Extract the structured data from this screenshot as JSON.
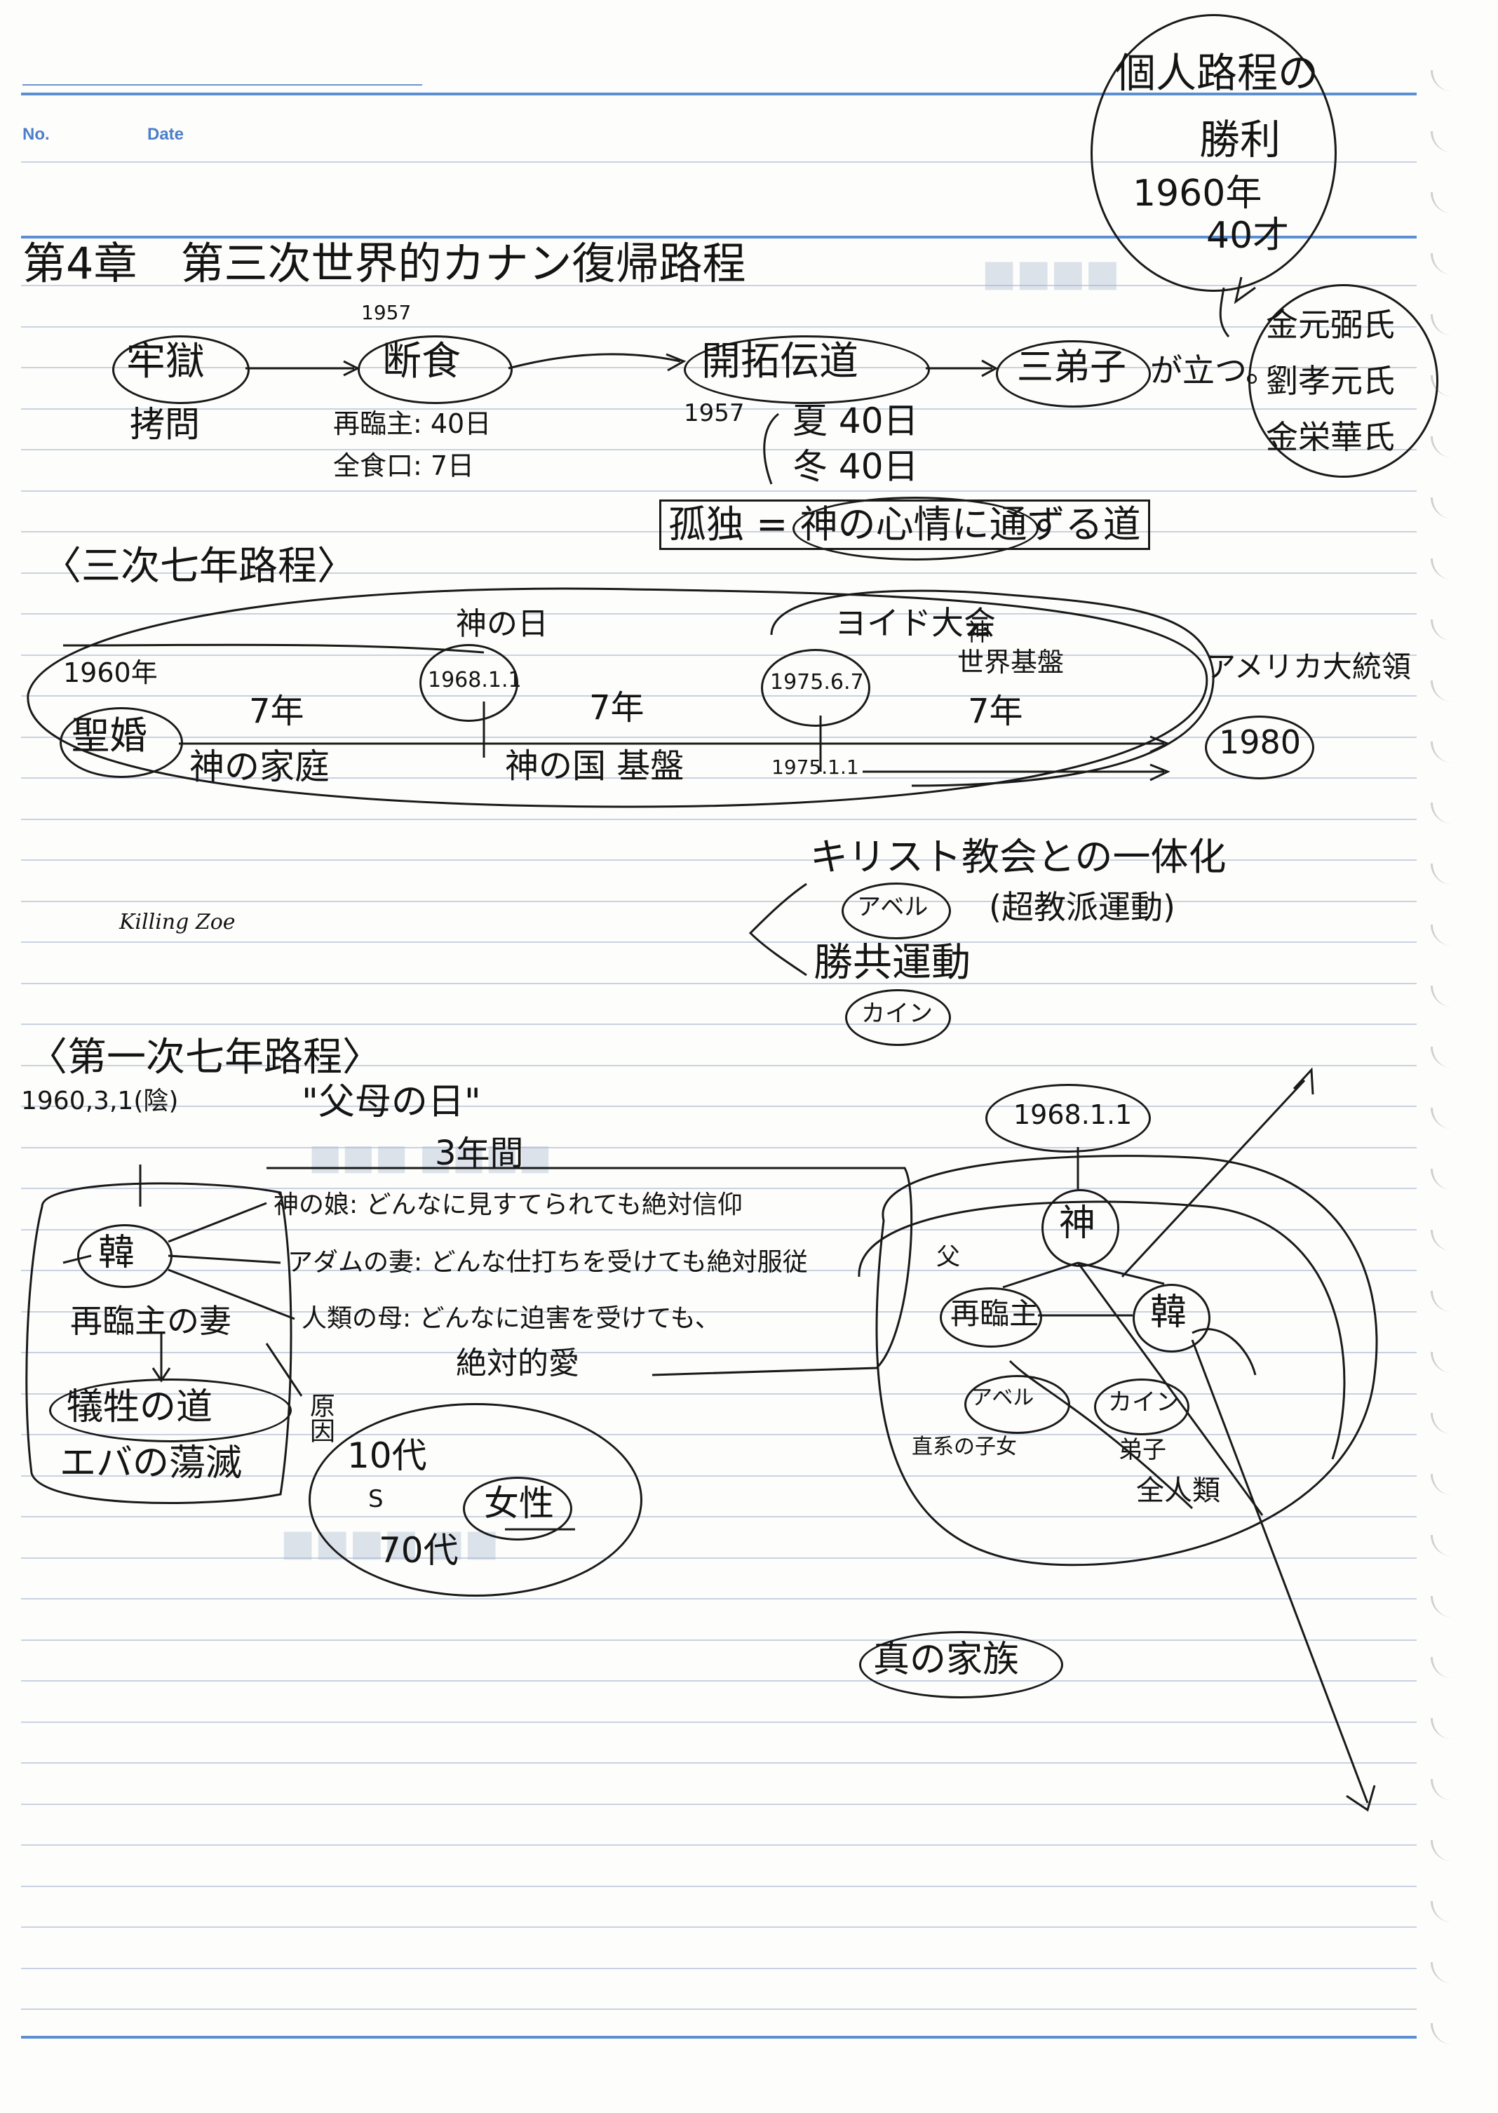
{
  "header": {
    "no_label": "No.",
    "date_label": "Date"
  },
  "personal_victory": {
    "line1": "個人路程の",
    "line2": "勝利",
    "year": "1960年",
    "age": "40才"
  },
  "disciples": [
    "金元弼氏",
    "劉孝元氏",
    "金栄華氏"
  ],
  "chapter_title": "第4章　第三次世界的カナン復帰路程",
  "flow": {
    "prison": "牢獄",
    "torture": "拷問",
    "fast_year": "1957",
    "fast": "断食",
    "fast_detail1": "再臨主: 40日",
    "fast_detail2": "全食口: 7日",
    "pioneer": "開拓伝道",
    "pioneer_year": "1957",
    "summer": "夏 40日",
    "winter": "冬 40日",
    "three_disciples": "三弟子",
    "stand": "が立つ。",
    "lonely_path": "孤独 = 神の心情に通ずる道"
  },
  "seven_year": {
    "heading": "〈三次七年路程〉",
    "y1960": "1960年",
    "holy_wedding": "聖婚",
    "family": "神の家庭",
    "gods_day": "神の日",
    "d1968": "1968.1.1",
    "seven_a": "7年",
    "seven_b": "7年",
    "seven_c": "7年",
    "kingdom": "神の国 基盤",
    "yoido": "ヨイド大会",
    "d1975b": "1975.6.7",
    "d1975": "1975.1.1",
    "kami": "神",
    "world_base": "世界基盤",
    "president": "アメリカ大統領",
    "y1980": "1980"
  },
  "unity": {
    "christian": "キリスト教会との一体化",
    "abel": "アベル",
    "supra": "(超教派運動)",
    "anticommunism": "勝共運動",
    "cain": "カイン"
  },
  "killing_zoe": "Killing Zoe",
  "first_course": {
    "heading": "〈第一次七年路程〉",
    "date": "1960,3,1(陰)",
    "parents_day": "\"父母の日\"",
    "three_years": "3年間",
    "mother": "韓",
    "bride": "再臨主の妻",
    "daughter": "神の娘: どんなに見すてられても絶対信仰",
    "adam_wife": "アダムの妻: どんな仕打ちを受けても絶対服従",
    "mankind_mother": "人類の母: どんなに迫害を受けても、",
    "absolute_love": "絶対的愛",
    "sacrifice": "犠牲の道",
    "eve_end": "エバの蕩滅",
    "ages_top": "10代",
    "tilde": "S",
    "ages_bottom": "70代",
    "women": "女性",
    "reason": "原因"
  },
  "true_family": {
    "date": "1968.1.1",
    "god": "神",
    "father": "父",
    "lord": "再臨主",
    "han": "韓",
    "abel": "アベル",
    "cain": "カイン",
    "children": "直系の子女",
    "disciples": "弟子",
    "mankind": "全人類",
    "label": "真の家族"
  }
}
